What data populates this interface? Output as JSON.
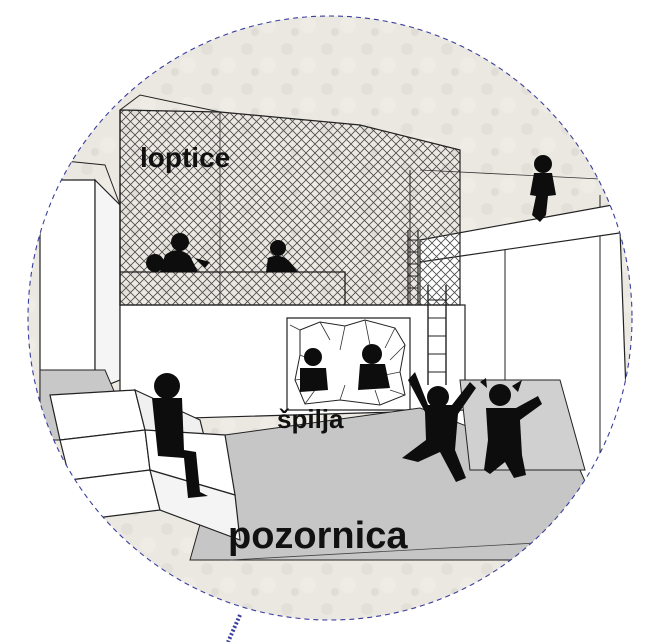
{
  "labels": {
    "balls": "loptice",
    "cave": "špilja",
    "stage": "pozornica"
  },
  "colors": {
    "paper": "#ece9e3",
    "outline": "#222222",
    "silhouette": "#0d0d0d",
    "floor_grey": "#c9c9c9",
    "dashed_border": "#3a3f9c"
  }
}
